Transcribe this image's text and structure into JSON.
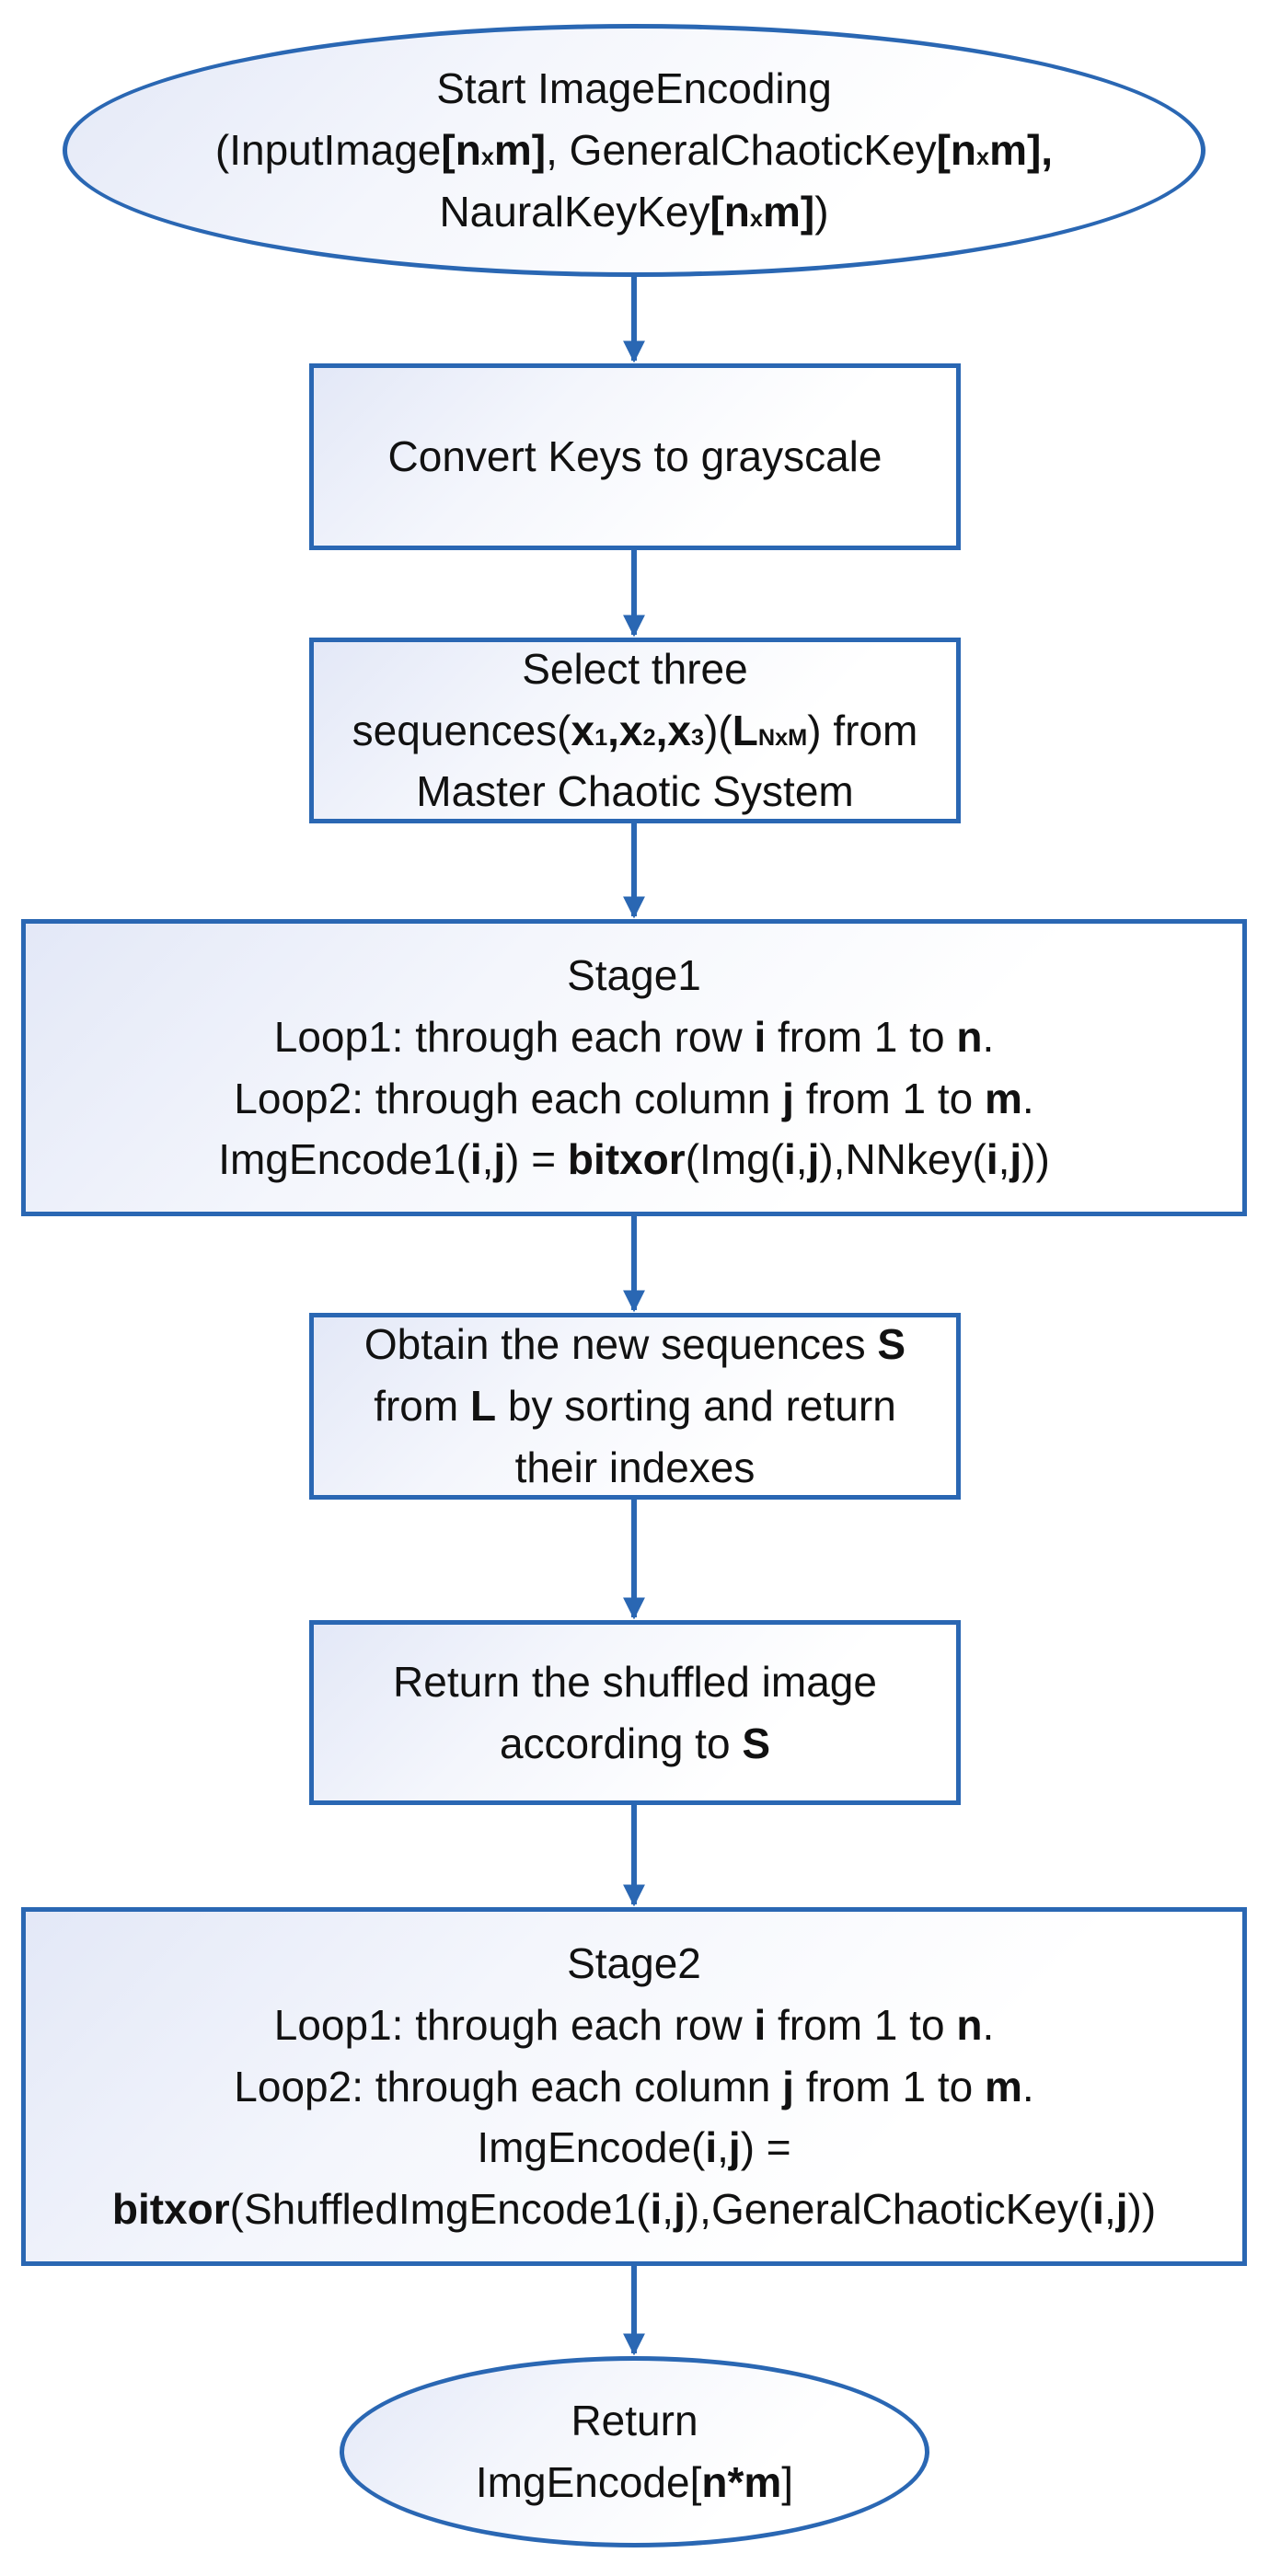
{
  "start": {
    "line1": "Start ImageEncoding",
    "l2_a": "(InputImage",
    "l2_b": "[n",
    "l2_c": "x",
    "l2_d": "m]",
    "l2_e": ", GeneralChaoticKey",
    "l2_f": "[n",
    "l2_g": "x",
    "l2_h": "m],",
    "l3_a": "NauralKeyKey",
    "l3_b": "[n",
    "l3_c": "x",
    "l3_d": "m]",
    "l3_e": ")"
  },
  "convert": {
    "text": "Convert Keys to grayscale"
  },
  "select": {
    "line1": "Select three",
    "l2_a": "sequences(",
    "l2_b": "x",
    "l2_c": "1",
    "l2_d": ",x",
    "l2_e": "2",
    "l2_f": ",x",
    "l2_g": "3",
    "l2_h": ")(",
    "l2_i": "L",
    "l2_j": "NxM",
    "l2_k": ") from",
    "line3": "Master Chaotic System"
  },
  "stage1": {
    "title": "Stage1",
    "l2_a": "Loop1: through each row ",
    "l2_b": "i",
    "l2_c": " from 1 to ",
    "l2_d": "n",
    "l2_e": ".",
    "l3_a": "Loop2: through each column ",
    "l3_b": "j",
    "l3_c": " from 1 to ",
    "l3_d": "m",
    "l3_e": ".",
    "l4_a": "ImgEncode1(",
    "l4_b": "i",
    "l4_c": ",",
    "l4_d": "j",
    "l4_e": ") = ",
    "l4_f": "bitxor",
    "l4_g": "(Img(",
    "l4_h": "i",
    "l4_i": ",",
    "l4_j": "j",
    "l4_k": "),NNkey(",
    "l4_l": "i",
    "l4_m": ",",
    "l4_n": "j",
    "l4_o": "))"
  },
  "obtain": {
    "l1_a": "Obtain the new sequences ",
    "l1_b": "S",
    "l2_a": "from ",
    "l2_b": "L",
    "l2_c": " by sorting and return",
    "line3": "their indexes"
  },
  "shuffle": {
    "line1": "Return the shuffled image",
    "l2_a": "according to ",
    "l2_b": "S"
  },
  "stage2": {
    "title": "Stage2",
    "l2_a": "Loop1: through each row ",
    "l2_b": "i",
    "l2_c": " from 1 to ",
    "l2_d": "n",
    "l2_e": ".",
    "l3_a": "Loop2: through each column ",
    "l3_b": "j",
    "l3_c": " from 1 to ",
    "l3_d": "m",
    "l3_e": ".",
    "l4_a": "ImgEncode(",
    "l4_b": "i",
    "l4_c": ",",
    "l4_d": "j",
    "l4_e": ") =",
    "l5_a": "bitxor",
    "l5_b": "(ShuffledImgEncode1(",
    "l5_c": "i",
    "l5_d": ",",
    "l5_e": "j",
    "l5_f": "),GeneralChaoticKey(",
    "l5_g": "i",
    "l5_h": ",",
    "l5_i": "j",
    "l5_j": "))"
  },
  "end": {
    "line1": "Return",
    "l2_a": "ImgEncode[",
    "l2_b": "n*m",
    "l2_c": "]"
  },
  "colors": {
    "border": "#2a67b3",
    "arrow": "#2a67b3"
  }
}
